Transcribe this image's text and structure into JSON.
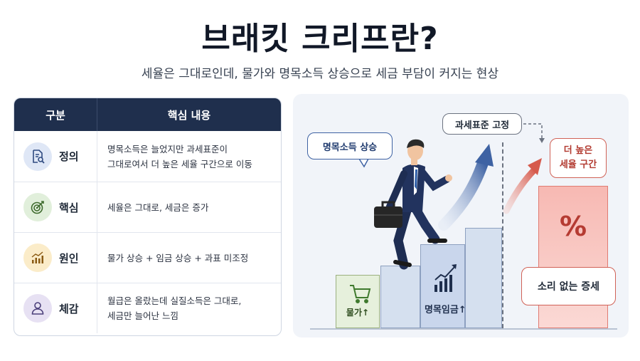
{
  "title": "브래킷 크리프란?",
  "subtitle": "세율은 그대로인데, 물가와 명목소득 상승으로 세금 부담이 커지는 현상",
  "table": {
    "header": {
      "col1": "구분",
      "col2": "핵심 내용"
    },
    "rows": [
      {
        "label": "정의",
        "icon": "document-search-icon",
        "line1": "명목소득은 늘었지만 과세표준이",
        "line2": "그대로여서 더 높은 세율 구간으로 이동"
      },
      {
        "label": "핵심",
        "icon": "target-icon",
        "line1": "세율은 그대로, 세금은 증가",
        "line2": ""
      },
      {
        "label": "원인",
        "icon": "rising-chart-icon",
        "line1": "물가 상승 + 임금 상승 + 과표 미조정",
        "line2": ""
      },
      {
        "label": "체감",
        "icon": "person-icon",
        "line1": "월급은 올랐는데 실질소득은 그대로,",
        "line2": "세금만 늘어난 느낌"
      }
    ]
  },
  "illustration": {
    "nominal_income_bubble": "명목소득 상승",
    "bracket_fixed_bubble": "과세표준 고정",
    "higher_bracket_line1": "더 높은",
    "higher_bracket_line2": "세율 구간",
    "silent_tax_bubble": "소리 없는 증세",
    "prices_label": "물가↑",
    "wage_label": "명목임금↑",
    "percent_symbol": "%"
  },
  "colors": {
    "header_bg": "#1f2f4d",
    "accent_blue": "#3e62a3",
    "accent_red": "#d06257"
  }
}
